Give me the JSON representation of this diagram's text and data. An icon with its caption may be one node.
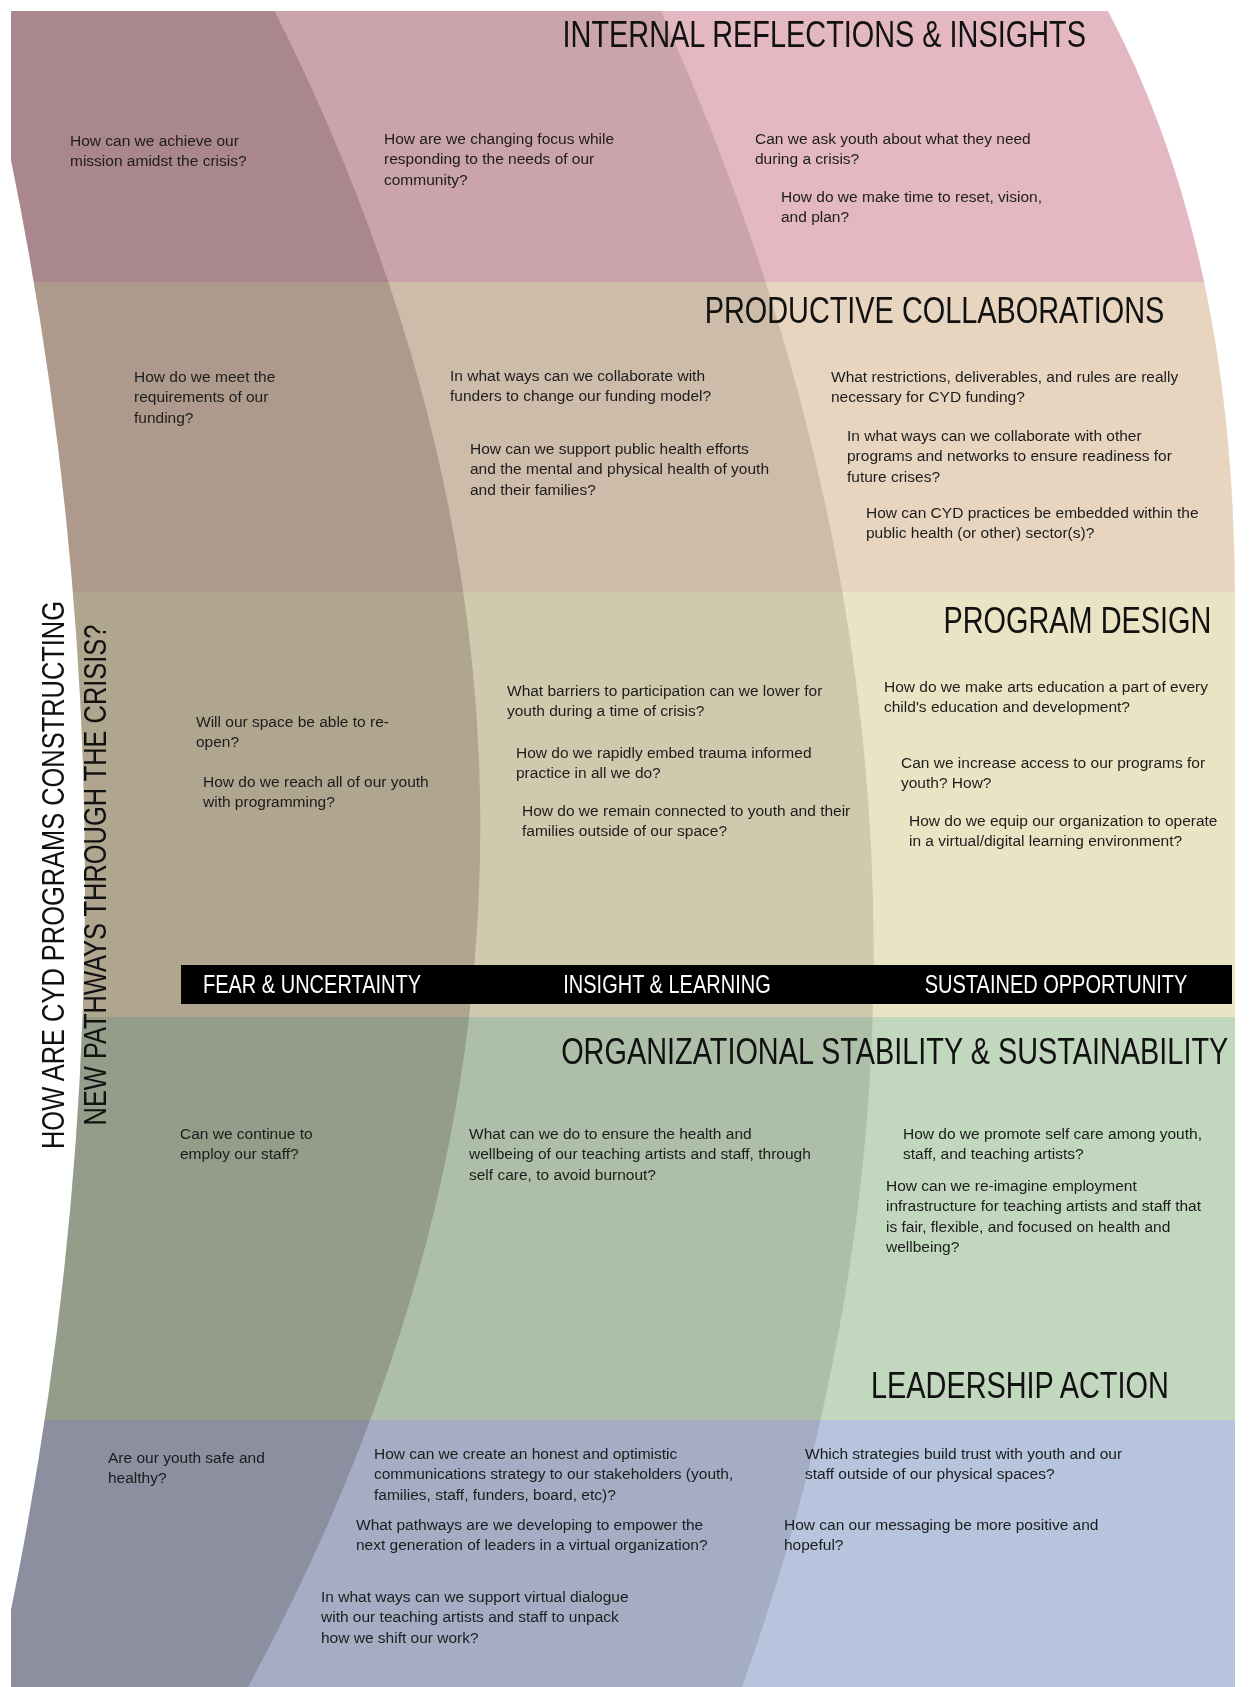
{
  "diagram": {
    "title": "HOW ARE CYD PROGRAMS CONSTRUCTING NEW PATHWAYS THROUGH THE CRISIS?",
    "nodes": [
      {
        "text": [
          "INTERNAL REFLECTIONS & INSIGHTS",
          "How can we achieve our mission amidst the crisis?",
          "How are we changing focus while responding to the needs of our community?",
          "Can we ask youth about what they need during a crisis?",
          "How do we make time to reset, vision, and plan?"
        ]
      },
      {
        "text": [
          "PRODUCTIVE COLLABORATIONS",
          "How do we meet the requirements of our funding?",
          "In what ways can we collaborate with funders to change our funding model?",
          "How can we support public health efforts and the mental and physical health of youth and their families?",
          "What restrictions, deliverables, and rules are really necessary for CYD funding?",
          "In what ways can we collaborate with other programs and networks to ensure readiness for future crises?",
          "How can CYD practices be embedded within the public health (or other) sector(s)?"
        ]
      },
      {
        "text": [
          "PROGRAM DESIGN",
          "Will our space be able to re-open?",
          "How do we reach all of our youth with programming?",
          "What barriers to participation can we lower for youth during a time of crisis?",
          "How do we rapidly embed trauma informed practice in all we do?",
          "How do we remain connected to youth and their families outside of our space?",
          "How do we make arts education a part of every child's education and development?",
          "Can we increase access to our programs for youth? How?",
          "How do we equip our organization to operate in a virtual/digital learning environment?"
        ]
      },
      {
        "text": [
          "ORGANIZATIONAL STABILITY & SUSTAINABILITY",
          "Can we continue to employ our staff?",
          "What can we do to ensure the health and wellbeing of our teaching artists and staff, through self care, to avoid burnout?",
          "How do we promote self care among youth, staff, and teaching artists?",
          "How can we re-imagine employment infrastructure for teaching artists and staff that is fair, flexible, and focused on health and wellbeing?"
        ]
      },
      {
        "text": [
          "LEADERSHIP ACTION",
          "Are our youth safe and healthy?",
          "How can we create an honest and optimistic communications strategy to our stakeholders (youth, families, staff, funders, board, etc)?",
          "What pathways are we developing to empower the next generation of leaders in a virtual organization?",
          "In what ways can we support virtual dialogue with our teaching artists and staff to unpack how we shift our work?",
          "Which strategies build trust with youth and our staff outside of our physical spaces?",
          "How can our messaging be more positive and hopeful?"
        ]
      }
    ],
    "labels": [
      "FEAR & UNCERTAINTY",
      "INSIGHT & LEARNING",
      "SUSTAINED OPPORTUNITY"
    ]
  }
}
